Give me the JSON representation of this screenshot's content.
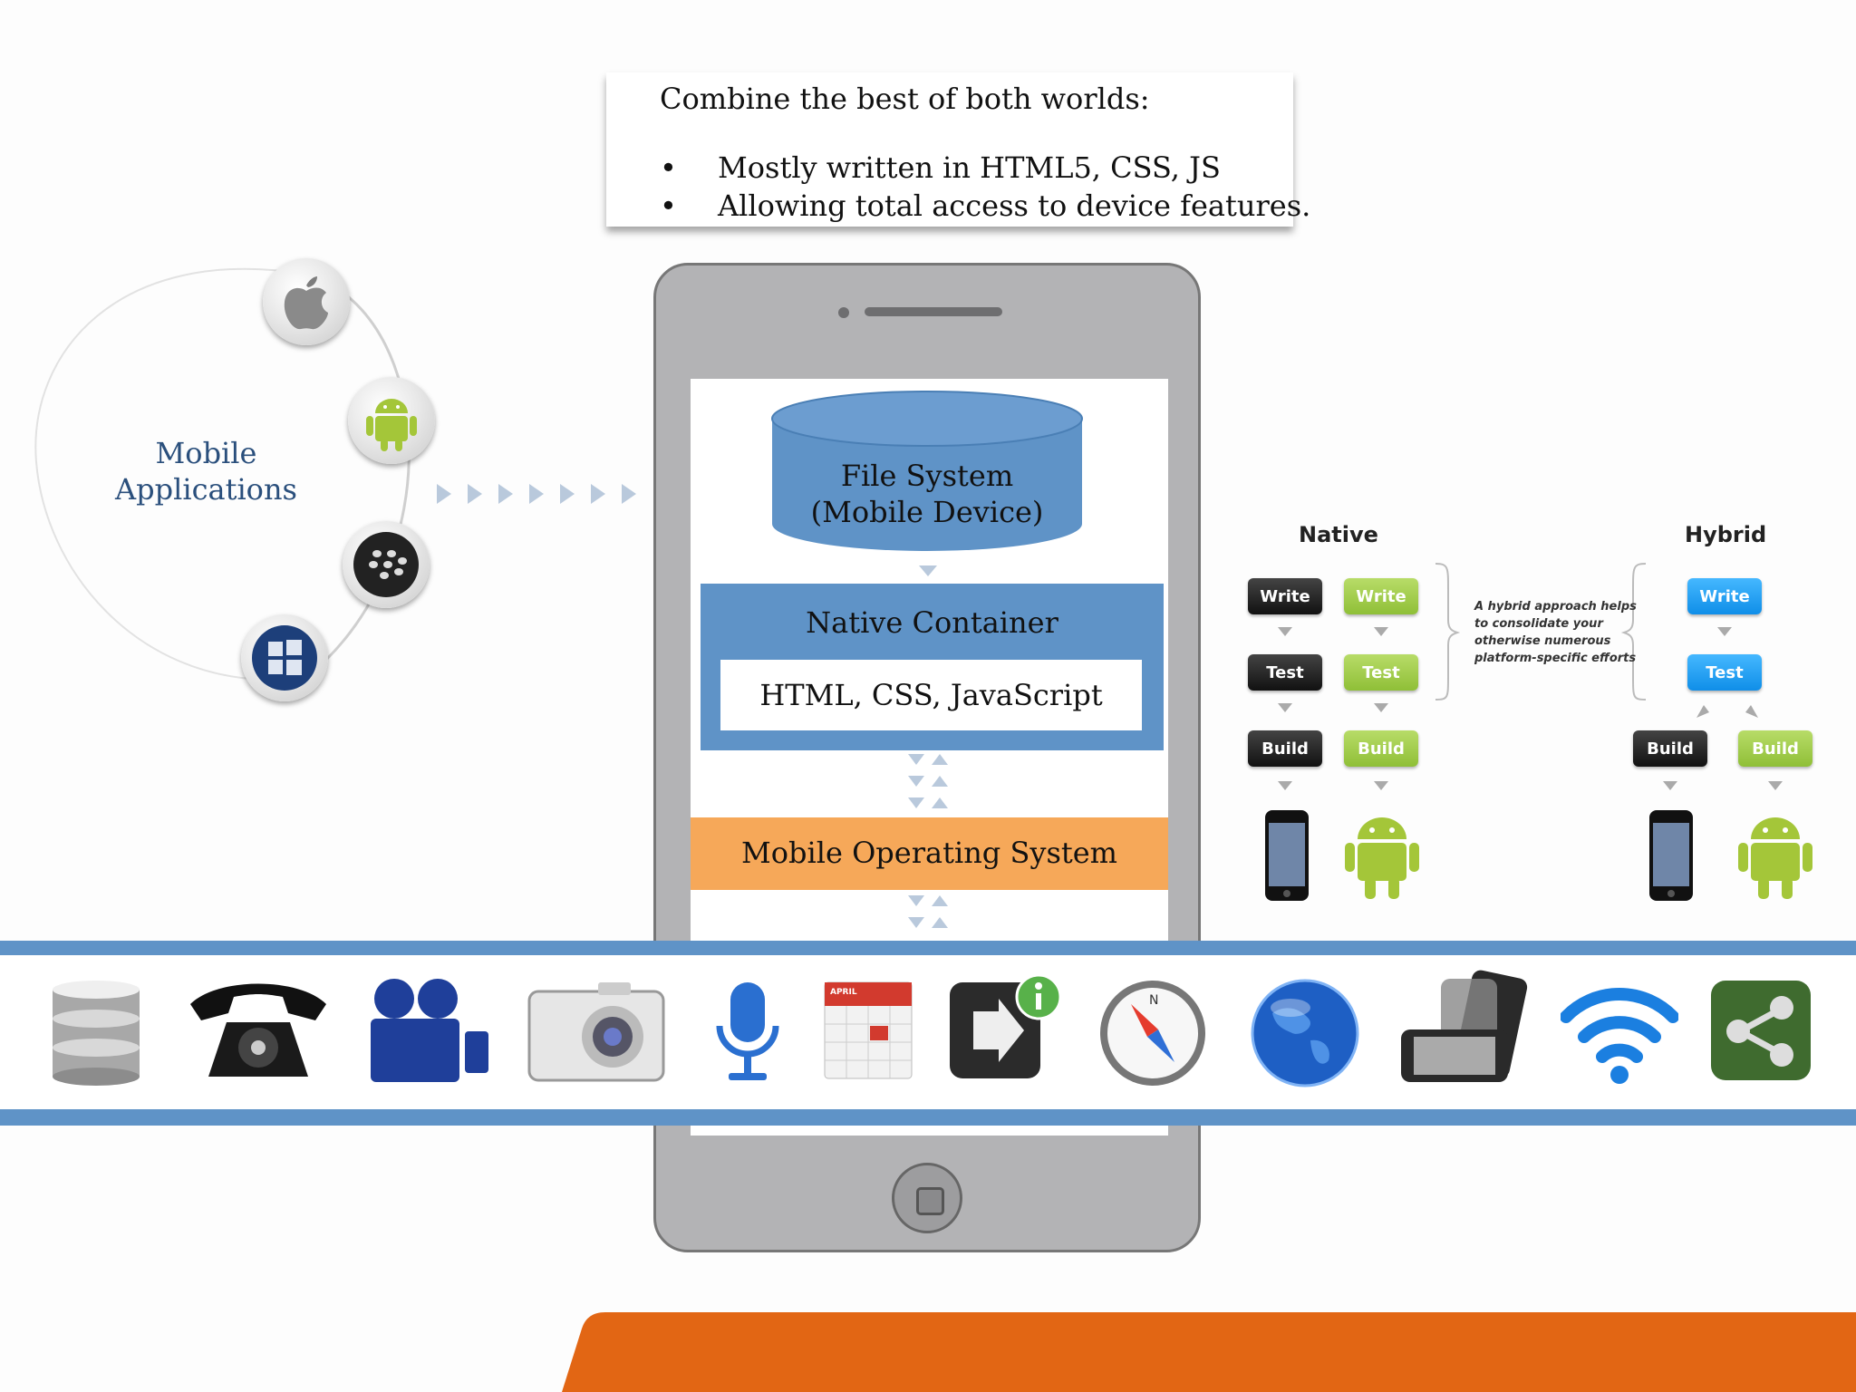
{
  "callout": {
    "title": "Combine the best of both worlds:",
    "bullets": [
      "Mostly written in HTML5, CSS, JS",
      "Allowing total access to device features."
    ],
    "bullet_symbol": "•"
  },
  "left": {
    "label_line1": "Mobile",
    "label_line2": "Applications",
    "platform_icons": [
      "apple-icon",
      "android-icon",
      "blackberry-icon",
      "windows-icon"
    ]
  },
  "phone": {
    "file_system_line1": "File System",
    "file_system_line2": "(Mobile Device)",
    "native_container": "Native Container",
    "web_stack": "HTML, CSS, JavaScript",
    "operating_system": "Mobile Operating System"
  },
  "device_features": {
    "icons": [
      "database-icon",
      "telephone-icon",
      "video-camera-icon",
      "camera-icon",
      "microphone-icon",
      "calendar-icon",
      "arrow-info-icon",
      "compass-icon",
      "globe-icon",
      "phones-rotation-icon",
      "wifi-icon",
      "share-icon"
    ],
    "calendar_month": "APRIL"
  },
  "comparison": {
    "native_title": "Native",
    "hybrid_title": "Hybrid",
    "steps": [
      "Write",
      "Test",
      "Build"
    ],
    "note": "A hybrid approach helps to consolidate your otherwise numerous platform-specific efforts"
  },
  "colors": {
    "accent_blue": "#5f93c7",
    "os_orange": "#f6a859",
    "band_orange": "#e26614",
    "label_blue": "#2a4f7c",
    "green": "#a4c639"
  }
}
